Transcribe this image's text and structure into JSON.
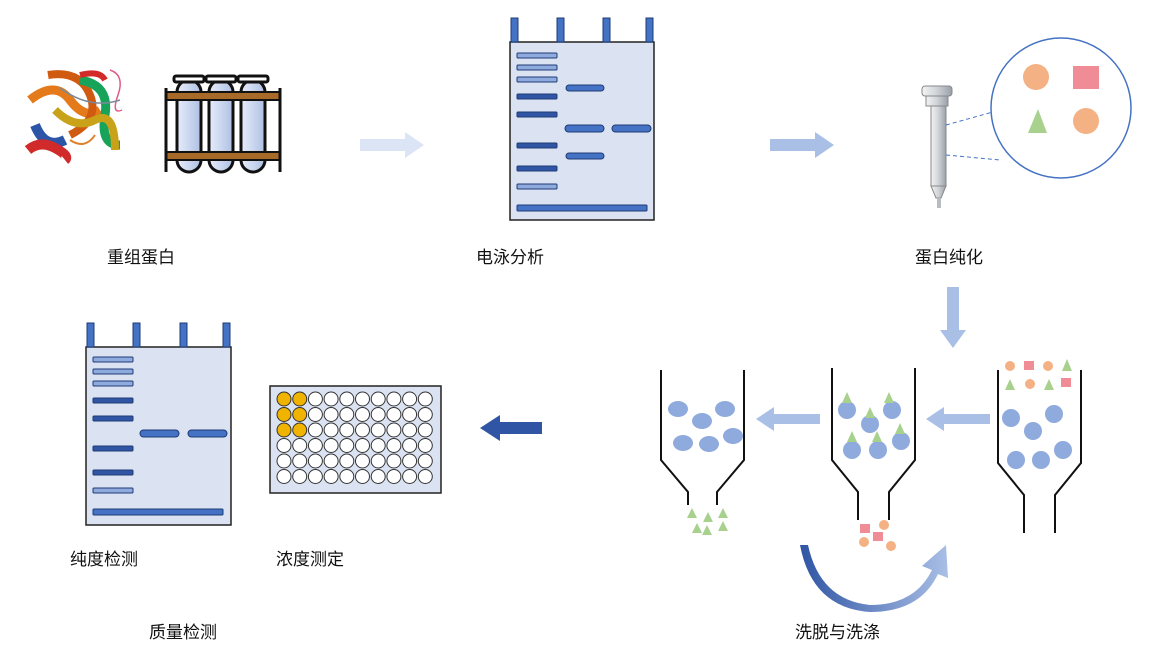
{
  "steps": {
    "recombinant": "重组蛋白",
    "electrophoresis": "电泳分析",
    "purification": "蛋白纯化",
    "elution": "洗脱与洗涤",
    "concentration": "浓度测定",
    "purity": "纯度检测",
    "quality": "质量检测"
  },
  "icons": {
    "protein": "protein-structure-icon",
    "tubes": "test-tube-rack-icon",
    "gel": "sds-page-gel-icon",
    "column": "spin-column-icon",
    "plate": "96-well-plate-icon",
    "funnel": "affinity-column-icon"
  },
  "colors": {
    "arrow_light": "#dbe5f5",
    "arrow_mid": "#a9bfe6",
    "arrow_strong": "#2f55a4",
    "gel_fill": "#dbe3f3",
    "band_dark": "#2f55a4",
    "band_mid": "#4472c4",
    "band_light": "#8faadc",
    "bead": "#8faadc",
    "triangle": "#a9d18e",
    "circle_orange": "#f4b183",
    "square_pink": "#f08c95",
    "well_filled": "#f0b400"
  },
  "plate": {
    "rows": 6,
    "cols": 10,
    "filled_wells": [
      [
        0,
        0
      ],
      [
        0,
        1
      ],
      [
        1,
        0
      ],
      [
        1,
        1
      ],
      [
        2,
        0
      ],
      [
        2,
        1
      ]
    ]
  }
}
